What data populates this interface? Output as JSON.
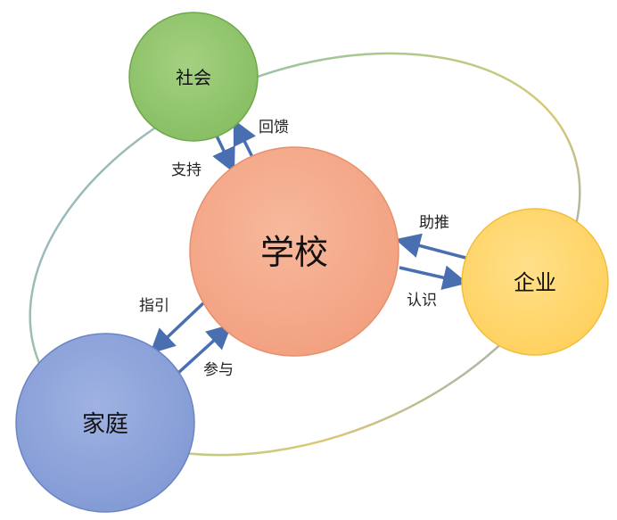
{
  "nodes": {
    "school": {
      "label": "学校"
    },
    "society": {
      "label": "社会"
    },
    "enterprise": {
      "label": "企业"
    },
    "family": {
      "label": "家庭"
    }
  },
  "edges": {
    "society_to_school": {
      "label": "支持"
    },
    "school_to_society": {
      "label": "回馈"
    },
    "enterprise_to_school": {
      "label": "助推"
    },
    "school_to_enterprise": {
      "label": "认识"
    },
    "school_to_family": {
      "label": "指引"
    },
    "family_to_school": {
      "label": "参与"
    }
  },
  "colors": {
    "school_fill": "#f4a98a",
    "school_stroke": "#e88f6c",
    "society_fill": "#8fc46c",
    "society_stroke": "#6fa84a",
    "enterprise_fill": "#ffd56a",
    "enterprise_stroke": "#f2be3c",
    "family_fill": "#8aa0d8",
    "family_stroke": "#6b84c6",
    "arrow": "#4a6fb0",
    "ellipse_blue": "#6b8cc4",
    "ellipse_green": "#9ec47a",
    "ellipse_yellow": "#e0c56a"
  }
}
